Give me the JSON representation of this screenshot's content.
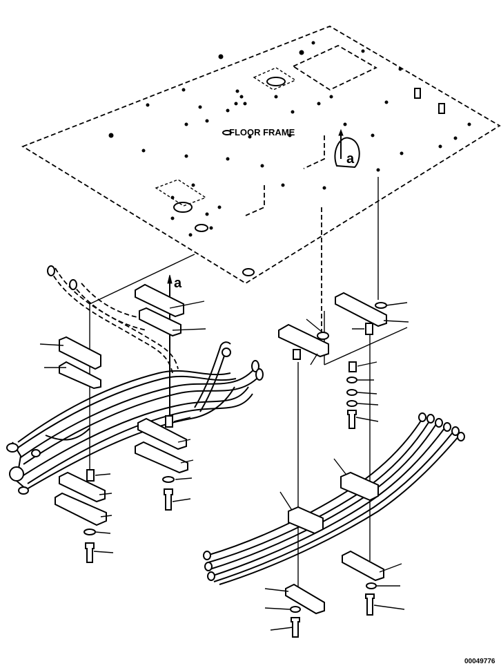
{
  "diagram": {
    "frame_label": "FLOOR FRAME",
    "ref_label_upper": "a",
    "ref_label_lower": "a",
    "drawing_number": "00049776"
  }
}
